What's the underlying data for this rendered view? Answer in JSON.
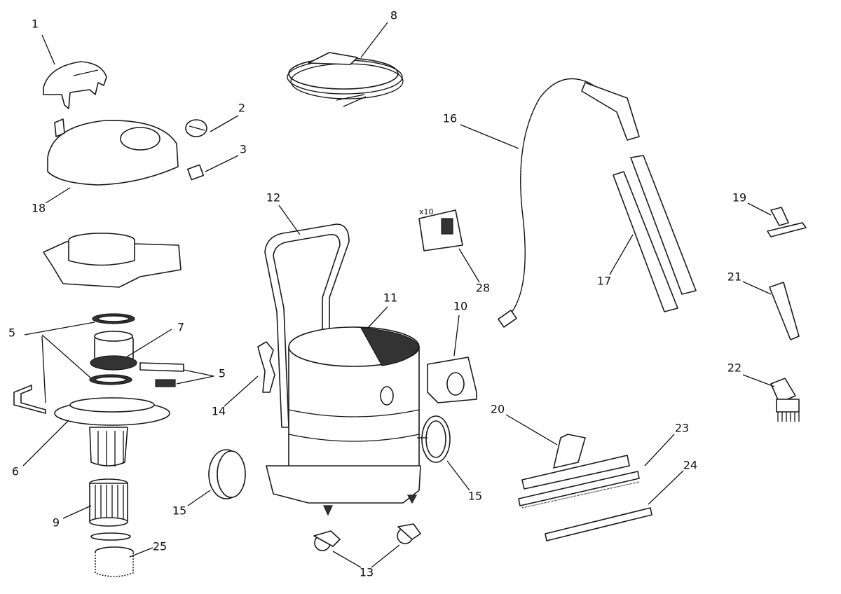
{
  "diagram": {
    "type": "exploded-parts-view",
    "callouts": {
      "lid_handle": "1",
      "knob": "2",
      "switch": "3",
      "seal_set": "5",
      "filter_basket": "6",
      "motor": "7",
      "power_cord": "8",
      "cartridge_filter": "9",
      "filter_holder": "10",
      "tank": "11",
      "push_handle": "12",
      "castors": "13",
      "hose_clip": "14",
      "wheel": "15",
      "hose": "16",
      "extension_tubes": "17",
      "motor_head_cover": "18",
      "upholstery_nozzle": "19",
      "floor_nozzle": "20",
      "crevice_tool": "21",
      "dusting_brush": "22",
      "squeegee_brush_strip": "23",
      "squeegee_rubber_strip": "24",
      "foam_filter": "25",
      "dust_bags": "28"
    },
    "bag_quantity": "x10"
  }
}
